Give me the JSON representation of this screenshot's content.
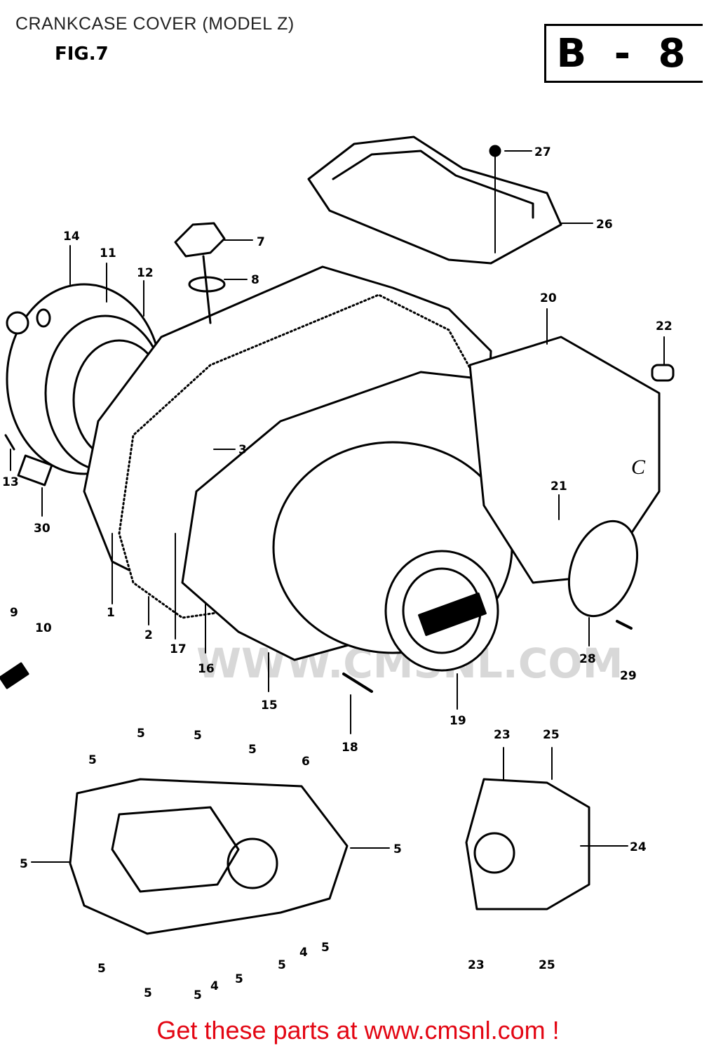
{
  "header": {
    "title": "CRANKCASE COVER (MODEL Z)",
    "figure": "FIG.7",
    "section": "B - 8"
  },
  "watermark": "WWW.CMSNL.COM",
  "footer": {
    "text": "Get these parts at www.cmsnl.com !"
  },
  "callouts": {
    "l1": "1",
    "l2": "2",
    "l3": "3",
    "l7": "7",
    "l8": "8",
    "l9": "9",
    "l10": "10",
    "l11": "11",
    "l12": "12",
    "l13": "13",
    "l14": "14",
    "l15": "15",
    "l16": "16",
    "l17": "17",
    "l18": "18",
    "l19": "19",
    "l20": "20",
    "l21": "21",
    "l22": "22",
    "l26": "26",
    "l27": "27",
    "l28": "28",
    "l29": "29",
    "l30": "30",
    "bolt": "5",
    "stud": "4",
    "dowel": "6",
    "b23": "23",
    "b24": "24",
    "b25": "25"
  }
}
